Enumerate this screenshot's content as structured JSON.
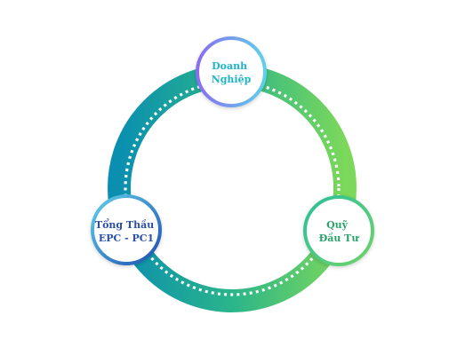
{
  "diagram": {
    "nodes": [
      {
        "id": "doanh-nghiep",
        "lines": [
          "Doanh",
          "Nghiệp"
        ],
        "color": "#1fb5c9"
      },
      {
        "id": "quy-dau-tu",
        "lines": [
          "Quỹ",
          "Đầu Tư"
        ],
        "color": "#2aa36b"
      },
      {
        "id": "tong-thau",
        "lines": [
          "Tổng Thầu",
          "EPC - PC1"
        ],
        "color": "#2a4fa8"
      }
    ],
    "colors": {
      "ring_start": "#0a8fb0",
      "ring_mid": "#2bb58a",
      "ring_end": "#7cd85a",
      "dots": "#ffffff",
      "top_border_start": "#8a6cf0",
      "top_border_end": "#5fd0ea",
      "right_border_start": "#2bbf9a",
      "right_border_end": "#6fd36a",
      "left_border_start": "#5fd0ea",
      "left_border_end": "#1f4fb0"
    }
  }
}
